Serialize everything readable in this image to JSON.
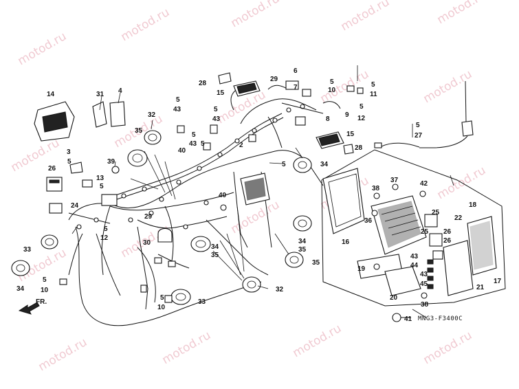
{
  "watermark": "motod.ru",
  "diagram_code": "MNG3-F3400C",
  "direction_label": "FR.",
  "callouts": [
    "14",
    "31",
    "4",
    "3",
    "5",
    "39",
    "26",
    "13",
    "5",
    "24",
    "5",
    "12",
    "33",
    "34",
    "5",
    "10",
    "32",
    "35",
    "5",
    "43",
    "40",
    "5",
    "43",
    "5",
    "43",
    "5",
    "40",
    "28",
    "15",
    "29",
    "6",
    "5",
    "10",
    "2",
    "7",
    "9",
    "8",
    "5",
    "12",
    "5",
    "11",
    "15",
    "28",
    "5",
    "27",
    "34",
    "5",
    "38",
    "37",
    "42",
    "36",
    "16",
    "19",
    "18",
    "25",
    "22",
    "26",
    "25",
    "26",
    "43",
    "44",
    "43",
    "45",
    "17",
    "21",
    "20",
    "38",
    "41",
    "29",
    "30",
    "34",
    "35",
    "34",
    "35",
    "35",
    "32",
    "5",
    "10",
    "33"
  ]
}
